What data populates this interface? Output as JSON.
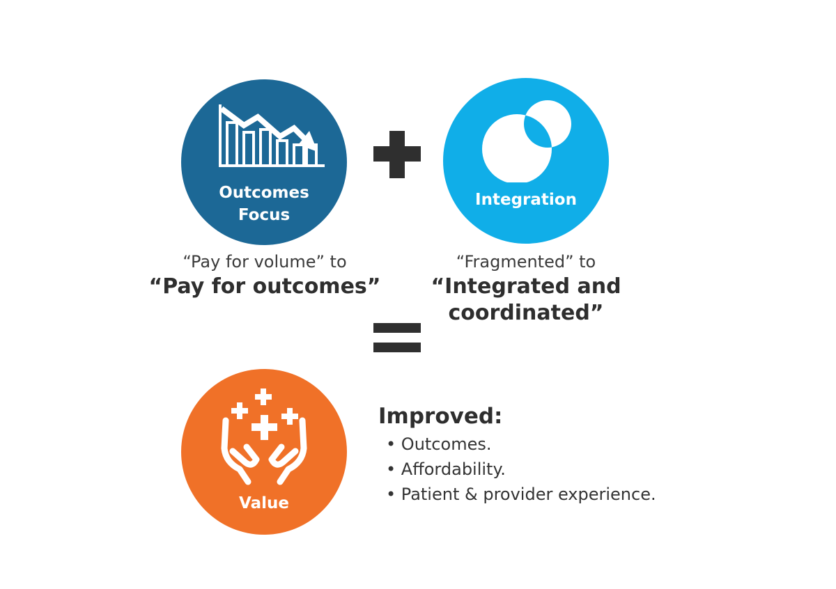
{
  "outcomes": {
    "label_line1": "Outcomes",
    "label_line2": "Focus",
    "color": "#1c6896",
    "icon": "declining-chart-icon",
    "caption_small": "“Pay for volume” to",
    "caption_big": "“Pay for outcomes”"
  },
  "integration": {
    "label": "Integration",
    "color": "#10aee8",
    "icon": "overlapping-circles-icon",
    "caption_small": "“Fragmented” to",
    "caption_big_line1": "“Integrated and",
    "caption_big_line2": "coordinated”"
  },
  "value": {
    "label": "Value",
    "color": "#f07128",
    "icon": "hands-with-plus-signs-icon"
  },
  "operators": {
    "plus": "plus-sign",
    "equals": "equals-sign",
    "color": "#2f2f2f"
  },
  "improved": {
    "title": "Improved:",
    "items": [
      "Outcomes.",
      "Affordability.",
      "Patient & provider experience."
    ]
  }
}
